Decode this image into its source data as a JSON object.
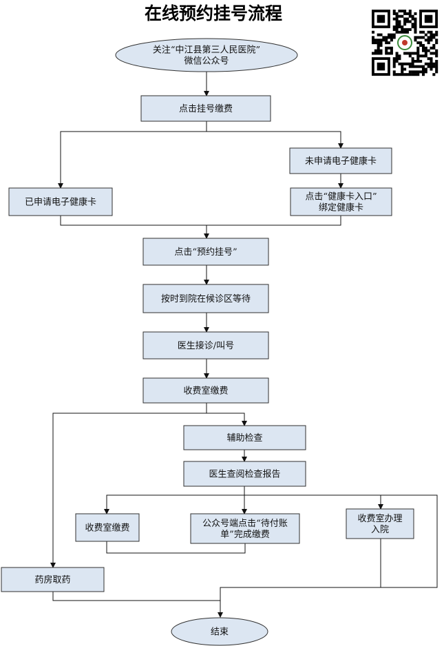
{
  "title": "在线预约挂号流程",
  "qr_code": {
    "icon": "qr-code-icon"
  },
  "nodes": {
    "start": [
      "关注“中江县第三人民医院”",
      "微信公众号"
    ],
    "pay_register": [
      "点击挂号缴费"
    ],
    "not_applied": [
      "未申请电子健康卡"
    ],
    "applied": [
      "已申请电子健康卡"
    ],
    "bind_card": [
      "点击“健康卡入口”",
      "绑定健康卡"
    ],
    "book": [
      "点击“预约挂号”"
    ],
    "wait": [
      "按时到院在候诊区等待"
    ],
    "call": [
      "医生接诊/叫号"
    ],
    "cashier1": [
      "收费室缴费"
    ],
    "aux_exam": [
      "辅助检查"
    ],
    "review_report": [
      "医生查阅检查报告"
    ],
    "cashier2": [
      "收费室缴费"
    ],
    "wechat_pay": [
      "公众号端点击“待付账",
      "单”完成缴费"
    ],
    "admission": [
      "收费室办理",
      "入院"
    ],
    "pharmacy": [
      "药房取药"
    ],
    "end": [
      "结束"
    ]
  }
}
